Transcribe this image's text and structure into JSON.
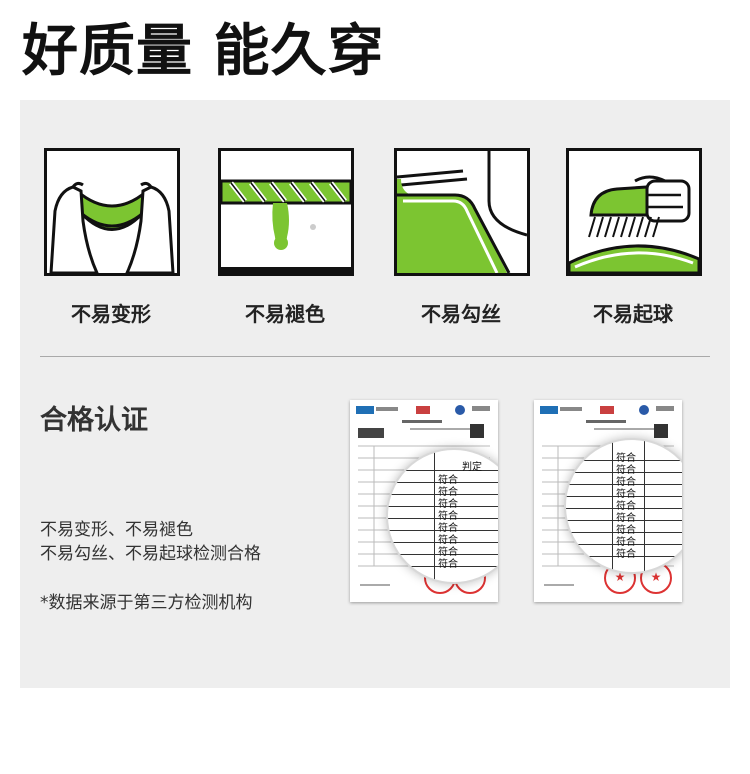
{
  "header": {
    "title": "好质量 能久穿"
  },
  "features": [
    {
      "label": "不易变形",
      "icon": "hands-stretch-icon"
    },
    {
      "label": "不易褪色",
      "icon": "color-drip-icon"
    },
    {
      "label": "不易勾丝",
      "icon": "fabric-snag-icon"
    },
    {
      "label": "不易起球",
      "icon": "brush-pilling-icon"
    }
  ],
  "certification": {
    "title": "合格认证",
    "desc_line1": "不易变形、不易褪色",
    "desc_line2": "不易勾丝、不易起球检测合格",
    "note": "*数据来源于第三方检测机构"
  },
  "reports": {
    "column_header": "判定",
    "result": "符合"
  },
  "colors": {
    "accent_green": "#7cc531",
    "ink": "#111111",
    "panel_bg": "#eeeeee",
    "stamp_red": "#d33333"
  }
}
